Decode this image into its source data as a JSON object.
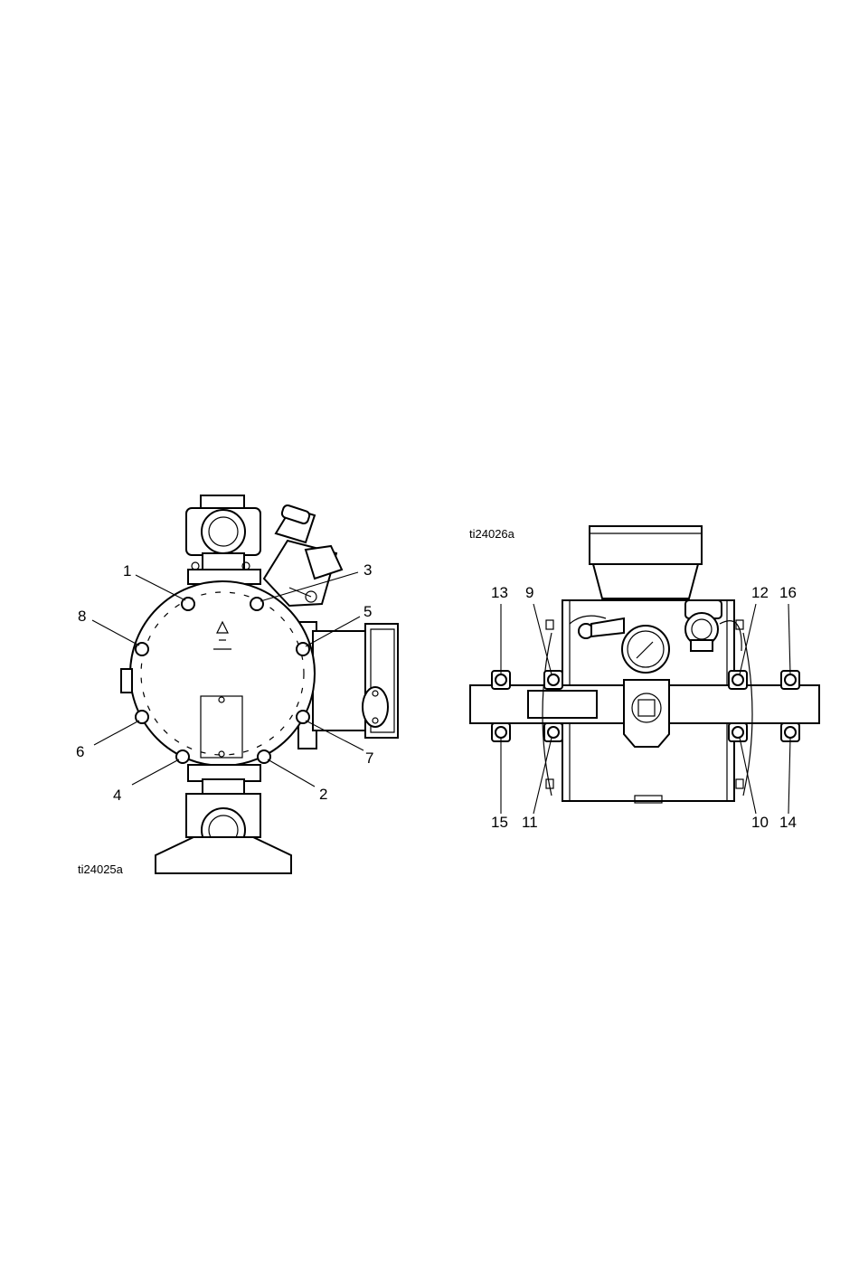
{
  "figures": [
    {
      "id": "ti24025a",
      "callouts": [
        "1",
        "2",
        "3",
        "4",
        "5",
        "6",
        "7",
        "8"
      ]
    },
    {
      "id": "ti24026a",
      "callouts": [
        "9",
        "10",
        "11",
        "12",
        "13",
        "14",
        "15",
        "16"
      ]
    }
  ],
  "icons": [
    "bolt-icon",
    "pressure-gauge-icon",
    "air-valve-icon"
  ]
}
